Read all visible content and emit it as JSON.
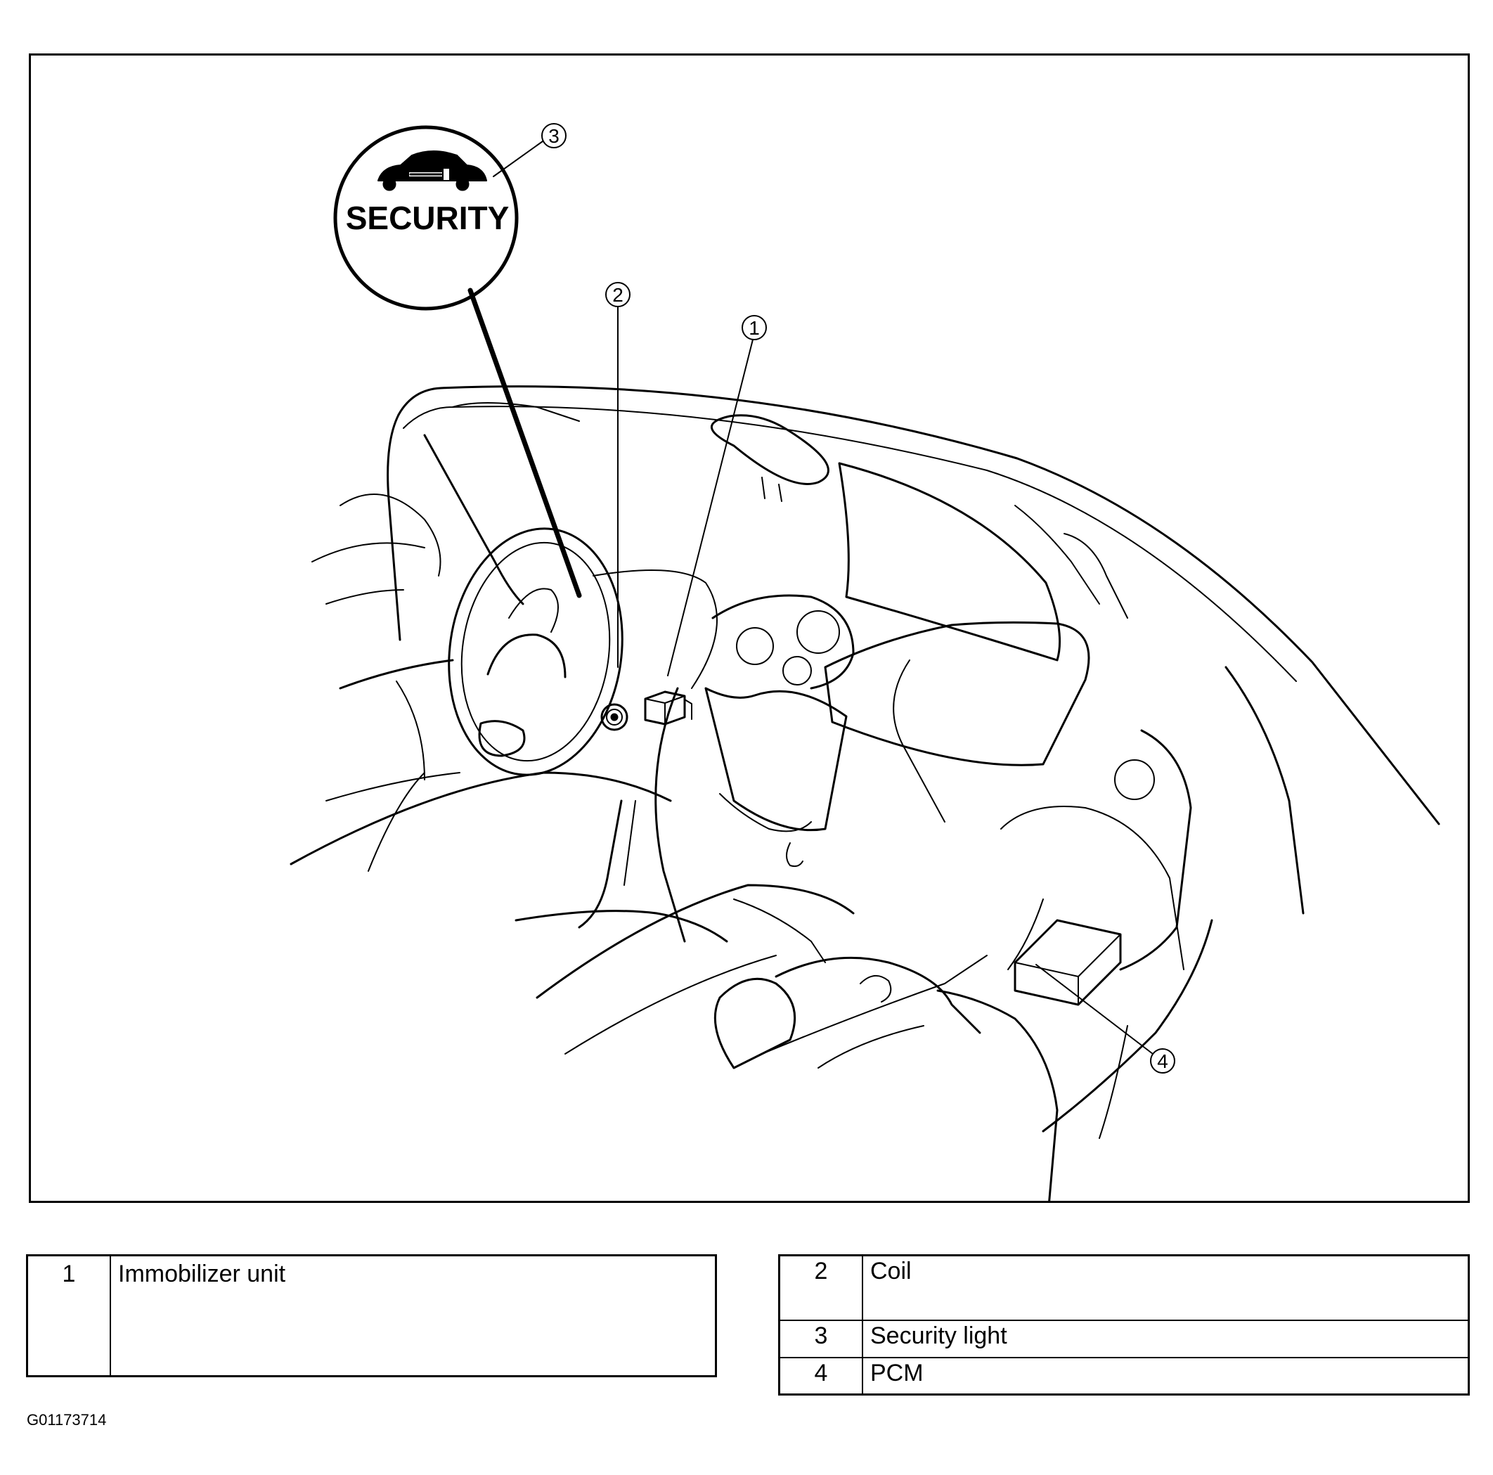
{
  "figure": {
    "security_lamp_label": "SECURITY",
    "callouts": [
      "3",
      "2",
      "1",
      "4"
    ]
  },
  "legend_left": [
    {
      "num": "1",
      "label": "Immobilizer unit"
    }
  ],
  "legend_right": [
    {
      "num": "2",
      "label": "Coil"
    },
    {
      "num": "3",
      "label": "Security light"
    },
    {
      "num": "4",
      "label": "PCM"
    }
  ],
  "figure_id": "G01173714"
}
